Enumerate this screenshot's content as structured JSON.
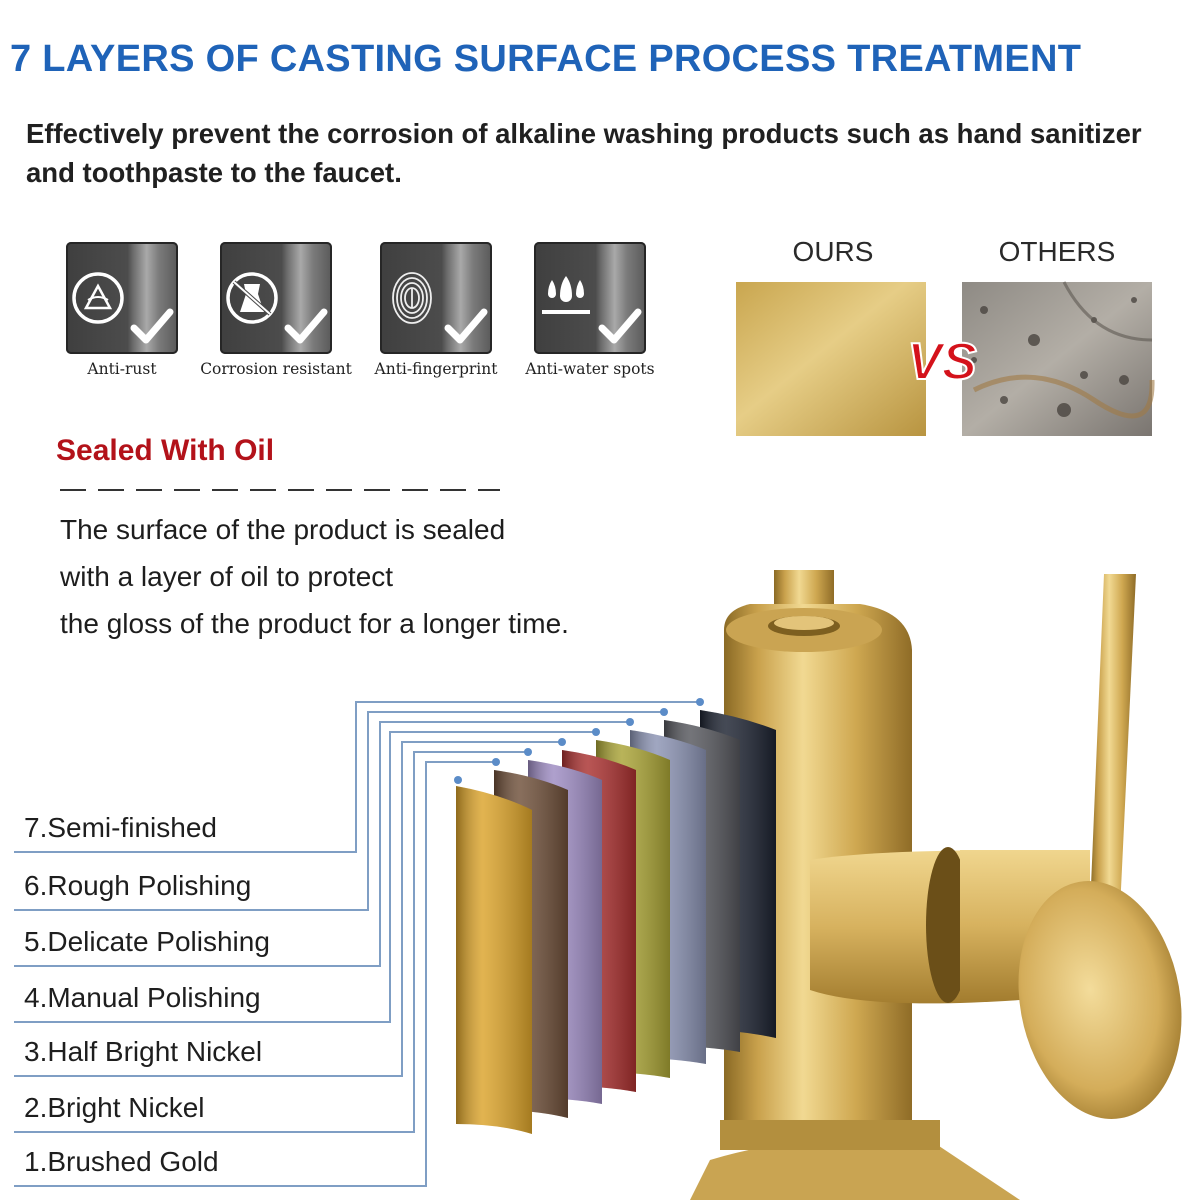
{
  "heading": {
    "title": "7 LAYERS OF CASTING SURFACE PROCESS TREATMENT",
    "subtitle": "Effectively prevent the corrosion of alkaline washing products such as hand sanitizer and toothpaste to the faucet."
  },
  "features": [
    {
      "label": "Anti-rust",
      "icon": "anti-rust-icon"
    },
    {
      "label": "Corrosion resistant",
      "icon": "corrosion-resistant-icon"
    },
    {
      "label": "Anti-fingerprint",
      "icon": "fingerprint-icon"
    },
    {
      "label": "Anti-water spots",
      "icon": "water-drops-icon"
    }
  ],
  "comparison": {
    "ours_label": "OURS",
    "others_label": "OTHERS",
    "vs_text": "VS"
  },
  "sealed": {
    "title": "Sealed With Oil",
    "lines": [
      "The surface of the product is sealed",
      "with a layer of oil to protect",
      "the gloss of the product for a longer time."
    ]
  },
  "layers": [
    {
      "label": "7.Semi-finished",
      "color": "#1c2230"
    },
    {
      "label": "6.Rough Polishing",
      "color": "#55565c"
    },
    {
      "label": "5.Delicate Polishing",
      "color": "#8b93b3"
    },
    {
      "label": "4.Manual Polishing",
      "color": "#a9a335"
    },
    {
      "label": "3.Half Bright Nickel",
      "color": "#a9302f"
    },
    {
      "label": "2.Bright Nickel",
      "color": "#9d8bc2"
    },
    {
      "label": "1.Brushed Gold",
      "color": "#6e4f39"
    }
  ],
  "colors": {
    "title_blue": "#1f63b8",
    "sealed_red": "#b3121a",
    "gold": "#d2b25c",
    "leader_line": "#7f9ec4"
  }
}
